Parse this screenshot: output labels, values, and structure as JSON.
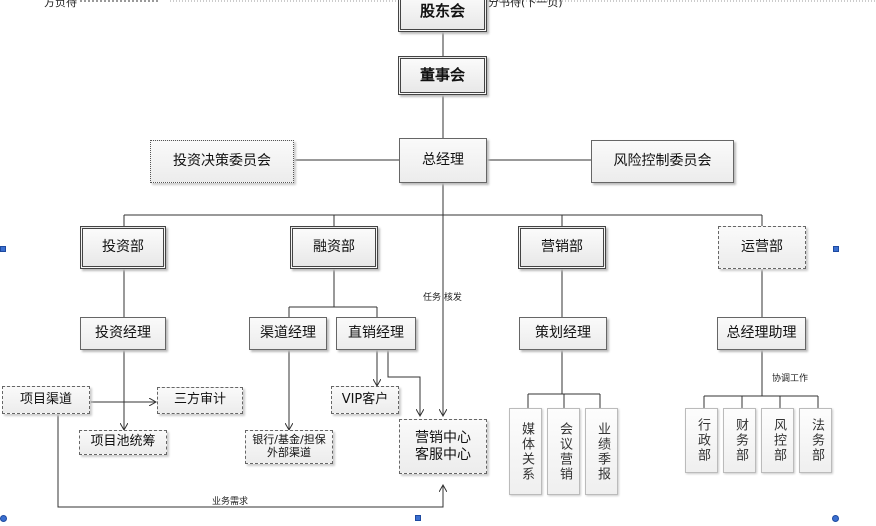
{
  "header_fragments": {
    "left": "方负待",
    "right": "分书待(下一页)"
  },
  "nodes": {
    "shareholders": "股东会",
    "board": "董事会",
    "general_manager": "总经理",
    "investment_committee": "投资决策委员会",
    "risk_committee": "风险控制委员会",
    "investment_dept": "投资部",
    "financing_dept": "融资部",
    "marketing_dept": "营销部",
    "operations_dept": "运营部",
    "investment_manager": "投资经理",
    "channel_manager": "渠道经理",
    "direct_sales_manager": "直销经理",
    "planning_manager": "策划经理",
    "gm_assistant": "总经理助理",
    "project_channel": "项目渠道",
    "third_party_audit": "三方审计",
    "project_pool": "项目池统筹",
    "vip_client": "VIP客户",
    "external_channel": "银行/基金/担保\n外部渠道",
    "service_center": "营销中心\n客服中心",
    "media_relations": "媒体关系",
    "conference_marketing": "会议营销",
    "performance_report": "业绩季报",
    "admin_dept": "行政部",
    "finance_dept": "财务部",
    "risk_control_dept": "风控部",
    "legal_dept": "法务部"
  },
  "edge_labels": {
    "task_dispatch": "任务 核发",
    "coordination": "协调工作",
    "business_demand": "业务需求"
  }
}
